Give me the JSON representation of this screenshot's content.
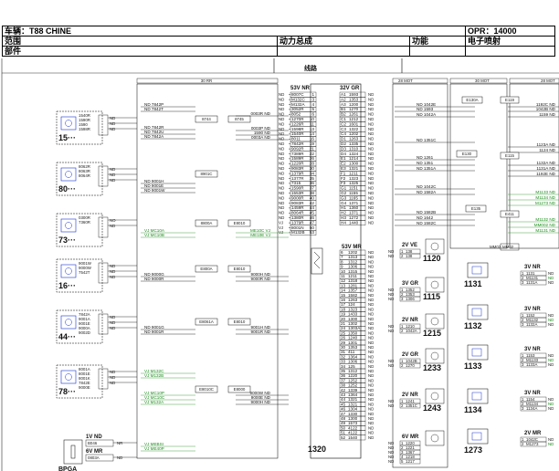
{
  "header": {
    "vehicle": "车辆：T88 CHINE",
    "opr": "OPR：14000",
    "range_label": "范围",
    "range_value": "动力总成",
    "function_label": "功能",
    "function_value": "电子喷射",
    "part_label": "部件"
  },
  "diagram": {
    "title": "线路",
    "harness_tags": {
      "top_left": "30 RR",
      "top_right_1": "28 MOT",
      "top_right_2": "30 MOT",
      "top_right_3": "28 MOT"
    },
    "main_connector": {
      "label": "53V NR",
      "rows": [
        {
          "code": "8007C",
          "pin": "1"
        },
        {
          "code": "M132C",
          "pin": "3"
        },
        {
          "code": "M132A",
          "pin": "4"
        },
        {
          "code": "3052R",
          "pin": "5"
        },
        {
          "code": "8052",
          "pin": "6"
        },
        {
          "code": "1270R",
          "pin": "10"
        },
        {
          "code": "1226R",
          "pin": "11"
        },
        {
          "code": "1598R",
          "pin": "13"
        },
        {
          "code": "1540R",
          "pin": "14"
        },
        {
          "code": "8011",
          "pin": "16"
        },
        {
          "code": "7842R",
          "pin": "19"
        },
        {
          "code": "9092R",
          "pin": "21"
        },
        {
          "code": "7389R",
          "pin": "22"
        },
        {
          "code": "1589R",
          "pin": "26"
        },
        {
          "code": "1220R",
          "pin": "28"
        },
        {
          "code": "9083R",
          "pin": "30"
        },
        {
          "code": "1379R",
          "pin": "34"
        },
        {
          "code": "1377R",
          "pin": "35"
        },
        {
          "code": "7315",
          "pin": "36"
        },
        {
          "code": "1590R",
          "pin": "37"
        },
        {
          "code": "1553R",
          "pin": "38"
        },
        {
          "code": "9000R",
          "pin": "40"
        },
        {
          "code": "9083R",
          "pin": "42"
        },
        {
          "code": "1459R",
          "pin": "44"
        },
        {
          "code": "8064R",
          "pin": "45"
        },
        {
          "code": "1380R",
          "pin": "46"
        },
        {
          "code": "1379R",
          "pin": "47"
        },
        {
          "code": "8001N",
          "pin": "50"
        },
        {
          "code": "M132B",
          "pin": "53"
        }
      ]
    },
    "grey_connector": {
      "label": "32V GR",
      "rows": [
        {
          "pin": "A1",
          "code": "1593"
        },
        {
          "pin": "A2",
          "code": "1353"
        },
        {
          "pin": "A3",
          "code": "1200"
        },
        {
          "pin": "B1",
          "code": "1270"
        },
        {
          "pin": "B2",
          "code": "1261"
        },
        {
          "pin": "C1",
          "code": "1212"
        },
        {
          "pin": "C2",
          "code": "1601"
        },
        {
          "pin": "C3",
          "code": "1322"
        },
        {
          "pin": "C4",
          "code": "1202"
        },
        {
          "pin": "D1",
          "code": "1263"
        },
        {
          "pin": "D2",
          "code": "1335"
        },
        {
          "pin": "D3",
          "code": "1310"
        },
        {
          "pin": "D4",
          "code": "1324"
        },
        {
          "pin": "E1",
          "code": "1214"
        },
        {
          "pin": "E2",
          "code": "1300"
        },
        {
          "pin": "E3",
          "code": "1321"
        },
        {
          "pin": "F1",
          "code": "1211"
        },
        {
          "pin": "F2",
          "code": "1323"
        },
        {
          "pin": "F3",
          "code": "1325"
        },
        {
          "pin": "G1",
          "code": "1151"
        },
        {
          "pin": "G2",
          "code": "1155"
        },
        {
          "pin": "G3",
          "code": "1165"
        },
        {
          "pin": "G4",
          "code": "1371"
        },
        {
          "pin": "H1",
          "code": "1360"
        },
        {
          "pin": "H2",
          "code": "1371"
        },
        {
          "pin": "H3",
          "code": "1272"
        },
        {
          "pin": "H4",
          "code": "1440"
        }
      ]
    },
    "mr_connector": {
      "label": "53V MR",
      "rows": [
        {
          "pin": "6",
          "code": "1202"
        },
        {
          "pin": "7",
          "code": "1313"
        },
        {
          "pin": "8",
          "code": "1312"
        },
        {
          "pin": "9",
          "code": "1306"
        },
        {
          "pin": "10",
          "code": "1315"
        },
        {
          "pin": "11",
          "code": "1211"
        },
        {
          "pin": "12",
          "code": "1318"
        },
        {
          "pin": "13",
          "code": "1281"
        },
        {
          "pin": "14",
          "code": "1357"
        },
        {
          "pin": "15",
          "code": "1582"
        },
        {
          "pin": "16",
          "code": "1263"
        },
        {
          "pin": "17",
          "code": "124"
        },
        {
          "pin": "18",
          "code": "1323"
        },
        {
          "pin": "19",
          "code": "1433"
        },
        {
          "pin": "20",
          "code": "1300"
        },
        {
          "pin": "21",
          "code": "1302"
        },
        {
          "pin": "24",
          "code": "1303A"
        },
        {
          "pin": "25",
          "code": "1350"
        },
        {
          "pin": "26",
          "code": "1240"
        },
        {
          "pin": "29",
          "code": "1301"
        },
        {
          "pin": "30",
          "code": "1353"
        },
        {
          "pin": "31",
          "code": "411"
        },
        {
          "pin": "32",
          "code": "1364"
        },
        {
          "pin": "33",
          "code": "1306"
        },
        {
          "pin": "34",
          "code": "125"
        },
        {
          "pin": "35",
          "code": "1312"
        },
        {
          "pin": "36",
          "code": "1220"
        },
        {
          "pin": "37",
          "code": "1252"
        },
        {
          "pin": "38",
          "code": "1252"
        },
        {
          "pin": "42",
          "code": "1339"
        },
        {
          "pin": "43",
          "code": "1364"
        },
        {
          "pin": "44",
          "code": "1321"
        },
        {
          "pin": "45",
          "code": "1321"
        },
        {
          "pin": "46",
          "code": "1304"
        },
        {
          "pin": "47",
          "code": "1330"
        },
        {
          "pin": "48",
          "code": "1300"
        },
        {
          "pin": "49",
          "code": "1573"
        },
        {
          "pin": "50",
          "code": "4122"
        },
        {
          "pin": "51",
          "code": "4122"
        },
        {
          "pin": "52",
          "code": "1540"
        }
      ]
    },
    "ecu_label": "1320",
    "left_components": [
      {
        "id": "15",
        "label": "15···",
        "codes": [
          "1540R",
          "1590R",
          "1590",
          "1598R"
        ]
      },
      {
        "id": "80",
        "label": "80···",
        "codes": [
          "8062R",
          "8063R",
          "8064R"
        ]
      },
      {
        "id": "73",
        "label": "73···",
        "codes": [
          "0300R",
          "7360R"
        ]
      },
      {
        "id": "16",
        "label": "16···",
        "codes": [
          "9001W",
          "9000W",
          "7542T"
        ]
      },
      {
        "id": "44",
        "label": "44···",
        "codes": [
          "7842A",
          "9001A",
          "9001E",
          "9000A",
          "9002D"
        ]
      },
      {
        "id": "78",
        "label": "78···",
        "codes": [
          "8001A",
          "8001E",
          "8001K",
          "7842E",
          "9000E"
        ]
      },
      {
        "id": "bpga",
        "label": "BPGA",
        "codes": [
          "1V ND",
          "6V MR"
        ]
      }
    ],
    "left_wires": [
      "ND 7842P",
      "ND 7842T",
      "ND 7842R",
      "ND 7842U",
      "ND 7842A",
      "ND 9001H",
      "ND 9001E",
      "ND 9001W",
      "VJ MC10A",
      "VJ MC10B",
      "ND 9000G",
      "ND 9000R",
      "ND 9001G",
      "ND 9001R",
      "VJ M132C",
      "VJ M132B",
      "VJ MC10P",
      "VJ MC10C",
      "VJ M132A",
      "VJ MEBSI",
      "VJ ME40P"
    ],
    "left_boxes": [
      "8744",
      "8745",
      "8901C",
      "8800A",
      "E8010",
      "E800A",
      "E8010",
      "E8061A",
      "E8010",
      "E8010C",
      "E8000"
    ],
    "mid_wires": [
      "0003R ND",
      "0003P ND",
      "1590 ND",
      "0003A ND",
      "ME10C VJ",
      "ME10E VJ",
      "9000H ND",
      "9000R ND",
      "9001H ND",
      "9001R ND",
      "9000W ND",
      "9000E ND",
      "9000H ND"
    ],
    "right_wires": [
      "ND 1042E",
      "ND 1593",
      "ND 1042A",
      "ND 1351C",
      "ND 1261",
      "ND 1351",
      "ND 1351A",
      "ND 1042C",
      "ND 1582A",
      "ND 1582B",
      "ND 1642",
      "ND 1582C"
    ],
    "right_boxes": [
      "E130A",
      "E130",
      "E135"
    ],
    "far_right_wires": [
      "1192C ND",
      "1042B ND",
      "1159 ND",
      "1123A ND",
      "1124 ND",
      "1132A ND",
      "1131A ND",
      "1192E ND",
      "M1133 ND",
      "M1134 ND",
      "M1273 ND",
      "M1132 ND",
      "MM002 ND",
      "M1131 ND"
    ],
    "far_right_boxes": [
      "E119",
      "E115",
      "E411"
    ],
    "mm_label": "MM02",
    "mm_value": "MM02",
    "connectors": [
      {
        "spec": "2V VE",
        "code": "1120",
        "lines": [
          {
            "n": "1",
            "c": "138"
          },
          {
            "n": "2",
            "c": "138"
          }
        ],
        "wl": [
          "ND",
          "ND"
        ]
      },
      {
        "spec": "3V GR",
        "code": "1115",
        "lines": [
          {
            "n": "1",
            "c": "1352"
          },
          {
            "n": "2",
            "c": "1353"
          },
          {
            "n": "3",
            "c": "1306"
          }
        ],
        "wl": [
          "ND",
          "ND",
          "ND"
        ]
      },
      {
        "spec": "2V NR",
        "code": "1215",
        "lines": [
          {
            "n": "1",
            "c": "1210"
          },
          {
            "n": "2",
            "c": "1042A"
          }
        ],
        "wl": [
          "ND",
          "ND"
        ]
      },
      {
        "spec": "2V GR",
        "code": "1233",
        "lines": [
          {
            "n": "1",
            "c": "1042B"
          },
          {
            "n": "2",
            "c": "1270"
          }
        ],
        "wl": [
          "ND",
          "ND"
        ]
      },
      {
        "spec": "2V NR",
        "code": "1243",
        "lines": [
          {
            "n": "1",
            "c": "1241"
          },
          {
            "n": "2",
            "c": "1351C"
          }
        ],
        "wl": [
          "ND",
          "ND"
        ]
      },
      {
        "spec": "6V MR",
        "code": "",
        "lines": [
          {
            "n": "1",
            "c": "1220"
          },
          {
            "n": "2",
            "c": "1221"
          },
          {
            "n": "3",
            "c": "1367"
          },
          {
            "n": "4",
            "c": "1218"
          },
          {
            "n": "5",
            "c": "1217"
          }
        ],
        "wl": [
          "ND",
          "ND",
          "ND",
          "ND",
          "ND"
        ]
      }
    ],
    "sensors_right": [
      {
        "spec": "3V NR",
        "code": "1131",
        "lines": [
          {
            "n": "1",
            "c": "1131"
          },
          {
            "n": "2",
            "c": "M1131"
          },
          {
            "n": "3",
            "c": "1131A"
          }
        ],
        "wl": [
          "ND",
          "ND",
          "ND"
        ]
      },
      {
        "spec": "3V NR",
        "code": "1132",
        "lines": [
          {
            "n": "1",
            "c": "1152"
          },
          {
            "n": "2",
            "c": "M1132"
          },
          {
            "n": "3",
            "c": "1132A"
          }
        ],
        "wl": [
          "ND",
          "ND",
          "ND"
        ]
      },
      {
        "spec": "3V NR",
        "code": "1133",
        "lines": [
          {
            "n": "1",
            "c": "1153"
          },
          {
            "n": "2",
            "c": "M1133"
          },
          {
            "n": "3",
            "c": "1133A"
          }
        ],
        "wl": [
          "ND",
          "ND",
          "ND"
        ]
      },
      {
        "spec": "3V NR",
        "code": "1134",
        "lines": [
          {
            "n": "1",
            "c": "1154"
          },
          {
            "n": "2",
            "c": "M1134"
          },
          {
            "n": "3",
            "c": "1134A"
          }
        ],
        "wl": [
          "ND",
          "ND",
          "ND"
        ]
      },
      {
        "spec": "2V MR",
        "code": "1273",
        "lines": [
          {
            "n": "1",
            "c": "1042C"
          },
          {
            "n": "2",
            "c": "M1273"
          }
        ],
        "wl": [
          "ND",
          "ND"
        ]
      }
    ],
    "bpga_wires": [
      "B046",
      "0803A",
      "NR",
      "ND"
    ]
  },
  "colors": {
    "wire_green": "#1a8a1a",
    "wire_blue": "#1a33cc",
    "line": "#000000"
  }
}
